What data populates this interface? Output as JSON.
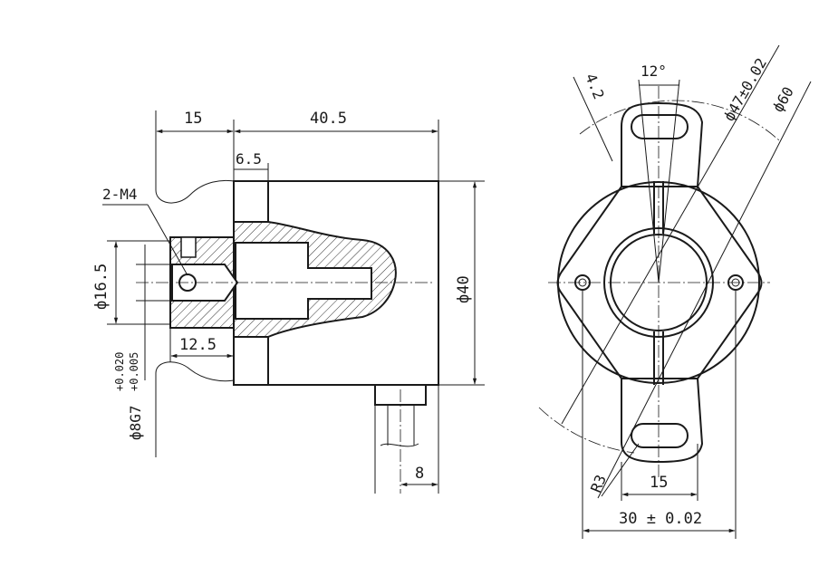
{
  "side_view": {
    "dims": {
      "d15": "15",
      "d40_5": "40.5",
      "d6_5": "6.5",
      "screw": "2-M4",
      "d16_5": "ф16.5",
      "d12_5": "12.5",
      "bore": "ф8G7(+0.020/+0.005)",
      "bore_main": "ф8G7",
      "bore_tol_upper": "+0.020",
      "bore_tol_lower": "+0.005",
      "d40": "ф40",
      "d8": "8"
    }
  },
  "front_view": {
    "dims": {
      "d4_2": "4.2",
      "angle12": "12°",
      "d47": "ф47±0.02",
      "d60": "ф60",
      "r3": "R3",
      "d15": "15",
      "d30": "30 ± 0.02"
    }
  }
}
